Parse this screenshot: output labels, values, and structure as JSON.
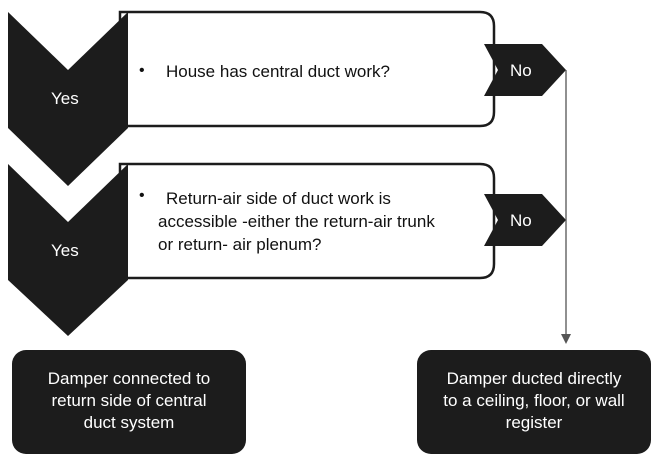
{
  "question1": {
    "bullet": "•",
    "text": "House has central duct work?",
    "yes": "Yes",
    "no": "No"
  },
  "question2": {
    "bullet": "•",
    "text_lines": [
      "Return-air side of duct work is",
      "accessible -either the return-air trunk",
      "or return- air plenum?"
    ],
    "yes": "Yes",
    "no": "No"
  },
  "outcome_left": {
    "lines": [
      "Damper connected to",
      "return side of central",
      "duct system"
    ]
  },
  "outcome_right": {
    "lines": [
      "Damper  ducted directly",
      "to a ceiling, floor, or wall",
      "register"
    ]
  },
  "colors": {
    "dark": "#1c1c1c",
    "line": "#555555",
    "box_fill": "#ffffff"
  }
}
